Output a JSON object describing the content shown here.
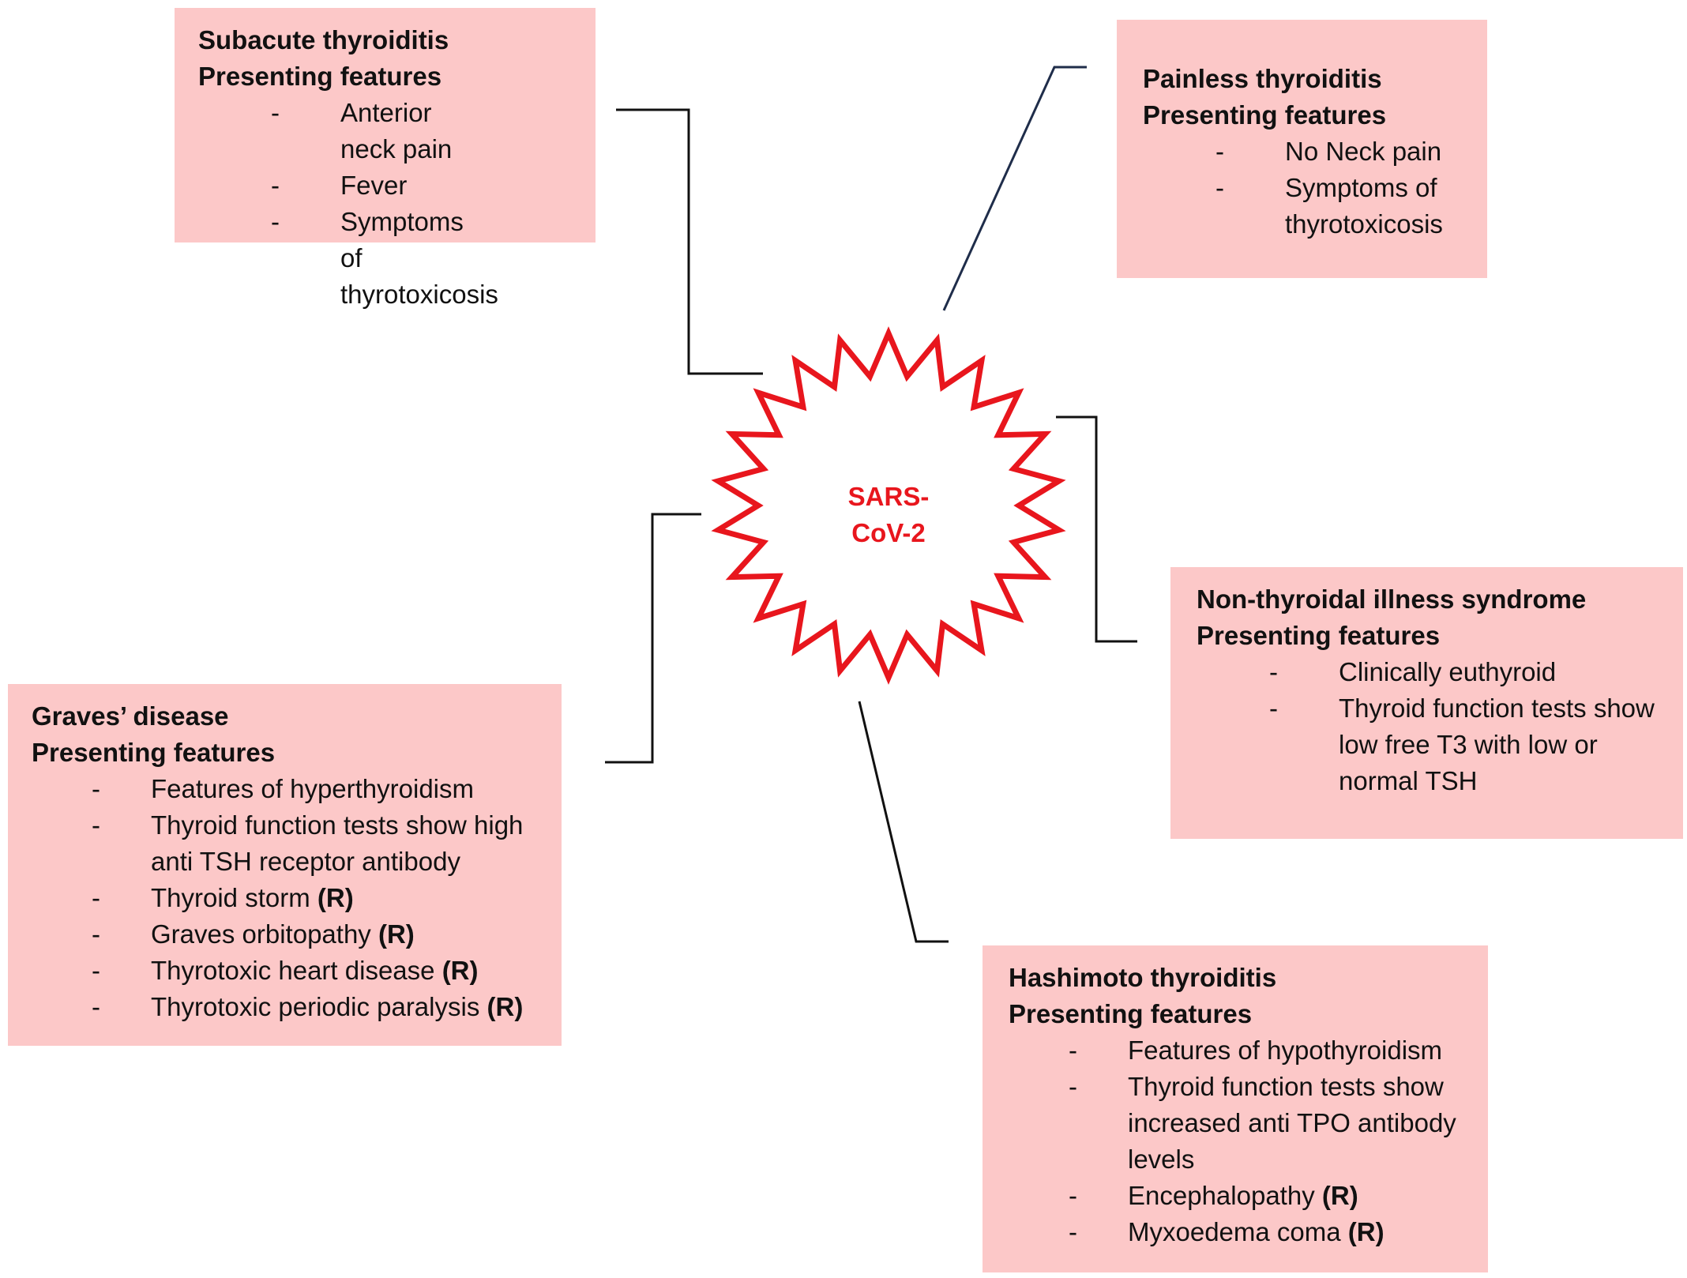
{
  "center": {
    "label_line1": "SARS-",
    "label_line2": "CoV-2",
    "color": "#e8161d"
  },
  "box_color": "#fcc8c8",
  "boxes": {
    "subacute": {
      "title": "Subacute thyroiditis",
      "subtitle": "Presenting features",
      "items": [
        {
          "text": "Anterior neck pain",
          "mark": ""
        },
        {
          "text": "Fever",
          "mark": ""
        },
        {
          "text": "Symptoms of thyrotoxicosis",
          "mark": ""
        }
      ]
    },
    "painless": {
      "title": "Painless thyroiditis",
      "subtitle": "Presenting features",
      "items": [
        {
          "text": "No Neck pain",
          "mark": ""
        },
        {
          "text": "Symptoms of thyrotoxicosis",
          "mark": ""
        }
      ]
    },
    "nonthyroidal": {
      "title": "Non-thyroidal illness syndrome",
      "subtitle": "Presenting features",
      "items": [
        {
          "text": "Clinically euthyroid",
          "mark": ""
        },
        {
          "text": "Thyroid function tests show low free T3 with low or normal TSH",
          "mark": ""
        }
      ]
    },
    "graves": {
      "title": "Graves’ disease",
      "subtitle": "Presenting features",
      "items": [
        {
          "text": "Features of hyperthyroidism",
          "mark": ""
        },
        {
          "text": "Thyroid function tests show high anti TSH receptor antibody",
          "mark": ""
        },
        {
          "text": "Thyroid storm",
          "mark": "(R)"
        },
        {
          "text": "Graves orbitopathy",
          "mark": "(R)"
        },
        {
          "text": "Thyrotoxic heart disease",
          "mark": "(R)"
        },
        {
          "text": "Thyrotoxic periodic paralysis",
          "mark": "(R)"
        }
      ]
    },
    "hashimoto": {
      "title": "Hashimoto thyroiditis",
      "subtitle": "Presenting features",
      "items": [
        {
          "text": "Features of hypothyroidism",
          "mark": ""
        },
        {
          "text": "Thyroid function tests show increased anti TPO antibody levels",
          "mark": ""
        },
        {
          "text": "Encephalopathy",
          "mark": "(R)"
        },
        {
          "text": "Myxoedema coma",
          "mark": "(R)"
        }
      ]
    }
  }
}
